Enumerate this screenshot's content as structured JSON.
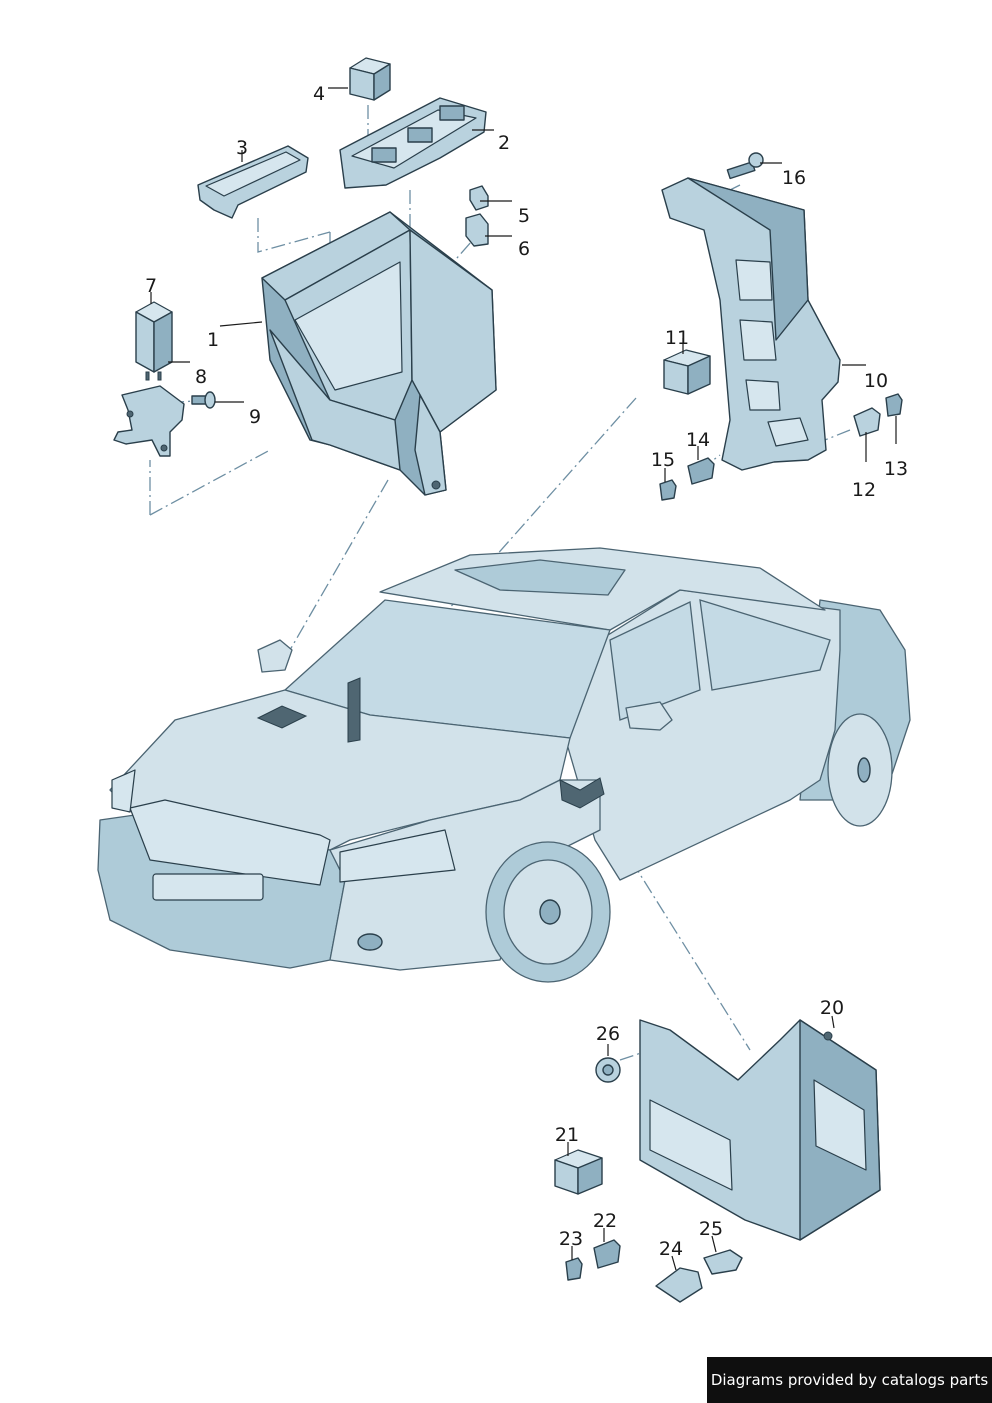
{
  "callouts": [
    {
      "id": "1",
      "label": "1"
    },
    {
      "id": "2",
      "label": "2"
    },
    {
      "id": "3",
      "label": "3"
    },
    {
      "id": "4",
      "label": "4"
    },
    {
      "id": "5",
      "label": "5"
    },
    {
      "id": "6",
      "label": "6"
    },
    {
      "id": "7",
      "label": "7"
    },
    {
      "id": "8",
      "label": "8"
    },
    {
      "id": "9",
      "label": "9"
    },
    {
      "id": "10",
      "label": "10"
    },
    {
      "id": "11",
      "label": "11"
    },
    {
      "id": "12",
      "label": "12"
    },
    {
      "id": "13",
      "label": "13"
    },
    {
      "id": "14",
      "label": "14"
    },
    {
      "id": "15",
      "label": "15"
    },
    {
      "id": "16",
      "label": "16"
    },
    {
      "id": "20",
      "label": "20"
    },
    {
      "id": "21",
      "label": "21"
    },
    {
      "id": "22",
      "label": "22"
    },
    {
      "id": "23",
      "label": "23"
    },
    {
      "id": "24",
      "label": "24"
    },
    {
      "id": "25",
      "label": "25"
    },
    {
      "id": "26",
      "label": "26"
    }
  ],
  "footer": {
    "text": "Diagrams provided by catalogs parts"
  },
  "colors": {
    "part_fill": "#b9d2de",
    "outline": "#2a3f4b",
    "leader_dash": "#6e8fa3",
    "footer_bg": "#0f0f0f"
  }
}
